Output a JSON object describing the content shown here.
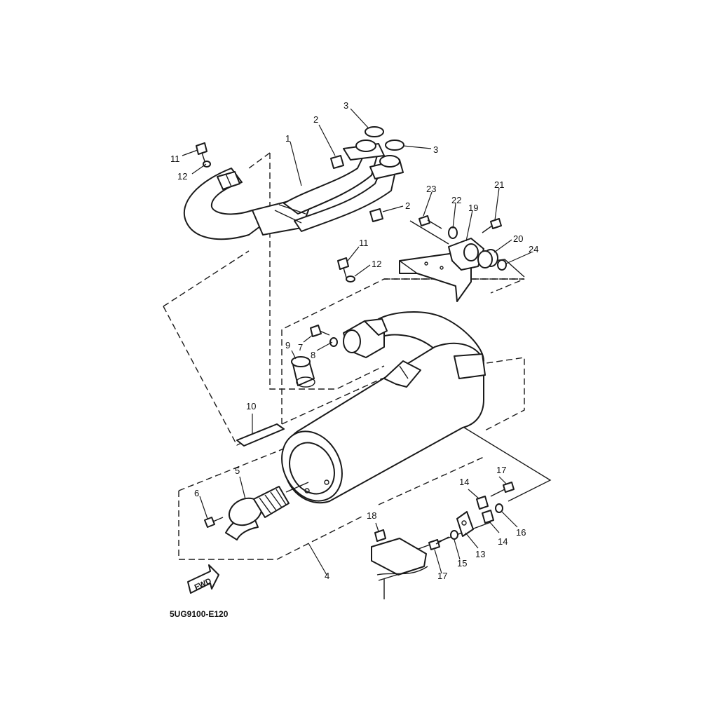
{
  "diagram_code": "5UG9100-E120",
  "fwd_label": "FWD",
  "callouts": {
    "c1": "1",
    "c2a": "2",
    "c2b": "2",
    "c3a": "3",
    "c3b": "3",
    "c4": "4",
    "c5": "5",
    "c6": "6",
    "c7": "7",
    "c8": "8",
    "c9": "9",
    "c10": "10",
    "c11a": "11",
    "c11b": "11",
    "c12a": "12",
    "c12b": "12",
    "c13": "13",
    "c14a": "14",
    "c14b": "14",
    "c15": "15",
    "c16": "16",
    "c17a": "17",
    "c17b": "17",
    "c18": "18",
    "c19": "19",
    "c20": "20",
    "c21": "21",
    "c22": "22",
    "c23": "23",
    "c24": "24"
  }
}
